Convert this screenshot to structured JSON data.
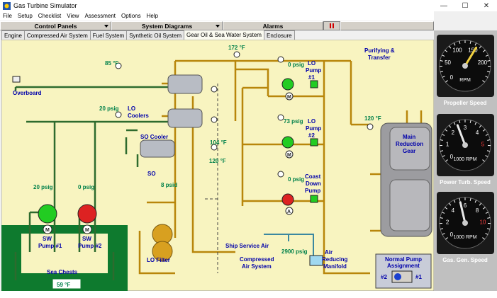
{
  "window": {
    "title": "Gas Turbine Simulator",
    "minimize": "—",
    "maximize": "☐",
    "close": "✕"
  },
  "menu": [
    "File",
    "Setup",
    "Checklist",
    "View",
    "Assessment",
    "Options",
    "Help"
  ],
  "dropdowns": {
    "control_panels": "Control Panels",
    "system_diagrams": "System Diagrams",
    "alarms": "Alarms"
  },
  "tabs": [
    "Engine",
    "Compressed Air System",
    "Fuel System",
    "Synthetic Oil System",
    "Gear Oil & Sea Water System",
    "Enclosure"
  ],
  "active_tab": 4,
  "diagram": {
    "overboard": "Overboard",
    "temp_85": "85 °F",
    "temp_172": "172 °F",
    "lo_coolers": [
      "LO",
      "Coolers"
    ],
    "psig_20_top": "20 psig",
    "so_cooler": "SO Cooler",
    "so": "SO",
    "temp_104": "104 °F",
    "temp_120_left": "120 °F",
    "psig_8": "8 psid",
    "lo_filter": "LO Filter",
    "sw_pump1_psig": "20 psig",
    "sw_pump2_psig": "0 psig",
    "sw_pump1": [
      "SW",
      "Pump #1"
    ],
    "sw_pump2": [
      "SW",
      "Pump #2"
    ],
    "sea_chests": "Sea Chests",
    "sea_temp": "59 °F",
    "purifying": [
      "Purifying &",
      "Transfer"
    ],
    "lo_pump1_psig": "0 psig",
    "lo_pump1": [
      "LO",
      "Pump",
      "#1"
    ],
    "lo_pump2_psig": "73 psig",
    "lo_pump2": [
      "LO",
      "Pump",
      "#2"
    ],
    "coast_psig": "0 psig",
    "coast_pump": [
      "Coast",
      "Down",
      "Pump"
    ],
    "temp_120_right": "120 °F",
    "main_gear": [
      "Main",
      "Reduction",
      "Gear"
    ],
    "ship_service_air": "Ship Service Air",
    "psig_2900": "2900 psig",
    "compressed_air": [
      "Compressed",
      "Air System"
    ],
    "air_reducing": [
      "Air",
      "Reducing",
      "Manifold"
    ],
    "normal_pump": [
      "Normal Pump",
      "Assignment"
    ],
    "assign_2": "#2",
    "assign_1": "#1",
    "motor_label": "M",
    "motor_label_a": "A"
  },
  "gauges": [
    {
      "name": "Propeller Speed",
      "unit": "RPM",
      "ticks": [
        "50",
        "100",
        "150",
        "200",
        "0"
      ],
      "value_fraction": 0.62
    },
    {
      "name": "Power Turb. Speed",
      "unit": "1000 RPM",
      "ticks": [
        "1",
        "2",
        "3",
        "4",
        "5",
        "0"
      ],
      "value_fraction": 0.42
    },
    {
      "name": "Gas. Gen. Speed",
      "unit": "1000 RPM",
      "ticks": [
        "2",
        "4",
        "6",
        "8",
        "10",
        "0"
      ],
      "value_fraction": 0.45
    }
  ],
  "colors": {
    "bg": "#f8f4c0",
    "pipe_oil": "#b8860b",
    "pipe_water": "#2e6b2e",
    "pump_on": "#22cc22",
    "pump_off": "#dd2222",
    "sea": "#0e7a2e",
    "label": "#0000aa",
    "value": "#00804a"
  }
}
